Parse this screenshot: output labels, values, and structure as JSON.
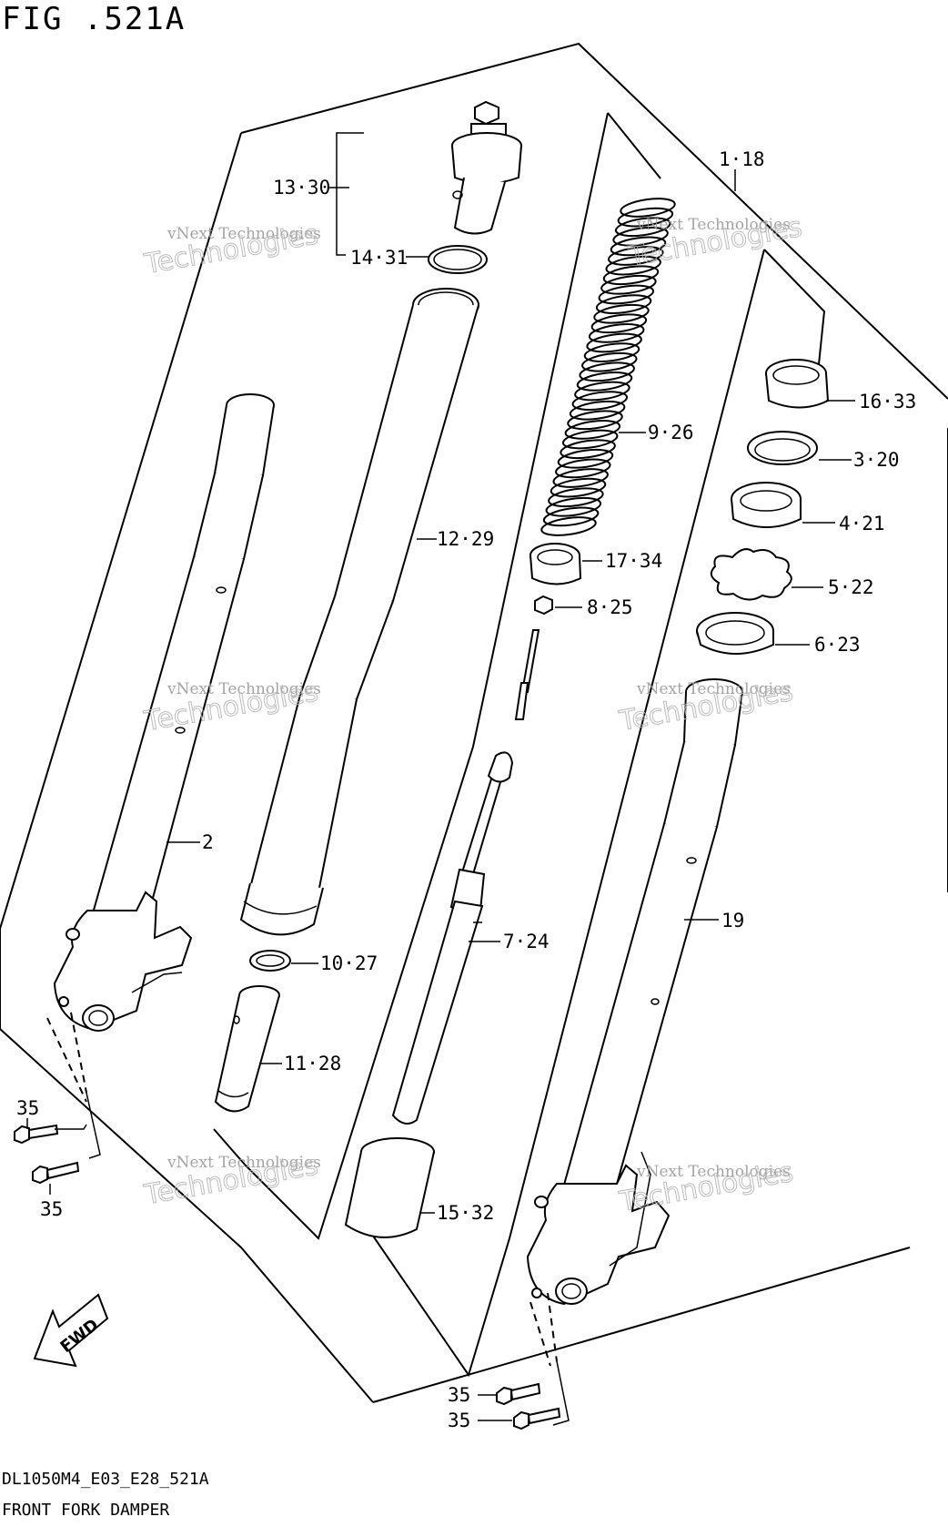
{
  "figure": {
    "title": "FIG .521A",
    "code": "DL1050M4_E03_E28_521A",
    "caption": "FRONT FORK DAMPER",
    "fwd_label": "FWD"
  },
  "watermark": {
    "line1": "vNext Technologies",
    "line2": "Technologies"
  },
  "callouts": {
    "c1": "1·18",
    "c2": "2",
    "c3": "3·20",
    "c4": "4·21",
    "c5": "5·22",
    "c6": "6·23",
    "c7": "7·24",
    "c8": "8·25",
    "c9": "9·26",
    "c10": "10·27",
    "c11": "11·28",
    "c12": "12·29",
    "c13": "13·30",
    "c14": "14·31",
    "c15": "15·32",
    "c16": "16·33",
    "c17": "17·34",
    "c19": "19",
    "c35a": "35",
    "c35b": "35",
    "c35c": "35",
    "c35d": "35"
  }
}
